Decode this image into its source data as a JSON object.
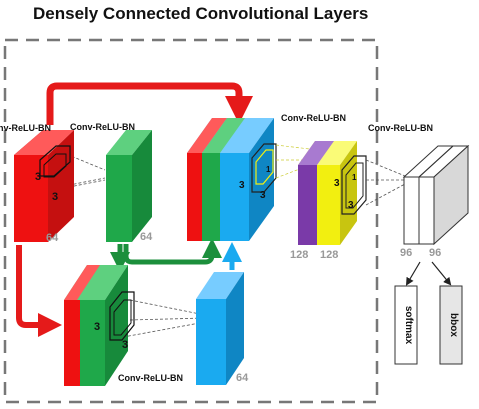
{
  "title": "Densely Connected Convolutional Layers",
  "labels": {
    "block1": "Conv-ReLU-BN",
    "block2": "Conv-ReLU-BN",
    "block3": "Conv-ReLU-BN",
    "block4": "Conv-ReLU-BN",
    "block5": "Conv-ReLU-BN"
  },
  "kernel": "3",
  "channels": {
    "c1": "64",
    "c2": "64",
    "c3": "64",
    "c4a": "128",
    "c4b": "128",
    "fc_a": "96",
    "fc_b": "96"
  },
  "outputs": {
    "softmax": "softmax",
    "bbox": "bbox"
  },
  "colors": {
    "red": "#ee1111",
    "green": "#1fa84a",
    "blue": "#1aaaf0",
    "purple": "#7a3aa8",
    "yellow": "#f2ef10",
    "arrow_red": "#e51a1a",
    "arrow_green": "#1c8f3c",
    "arrow_blue": "#1aaaf0"
  }
}
